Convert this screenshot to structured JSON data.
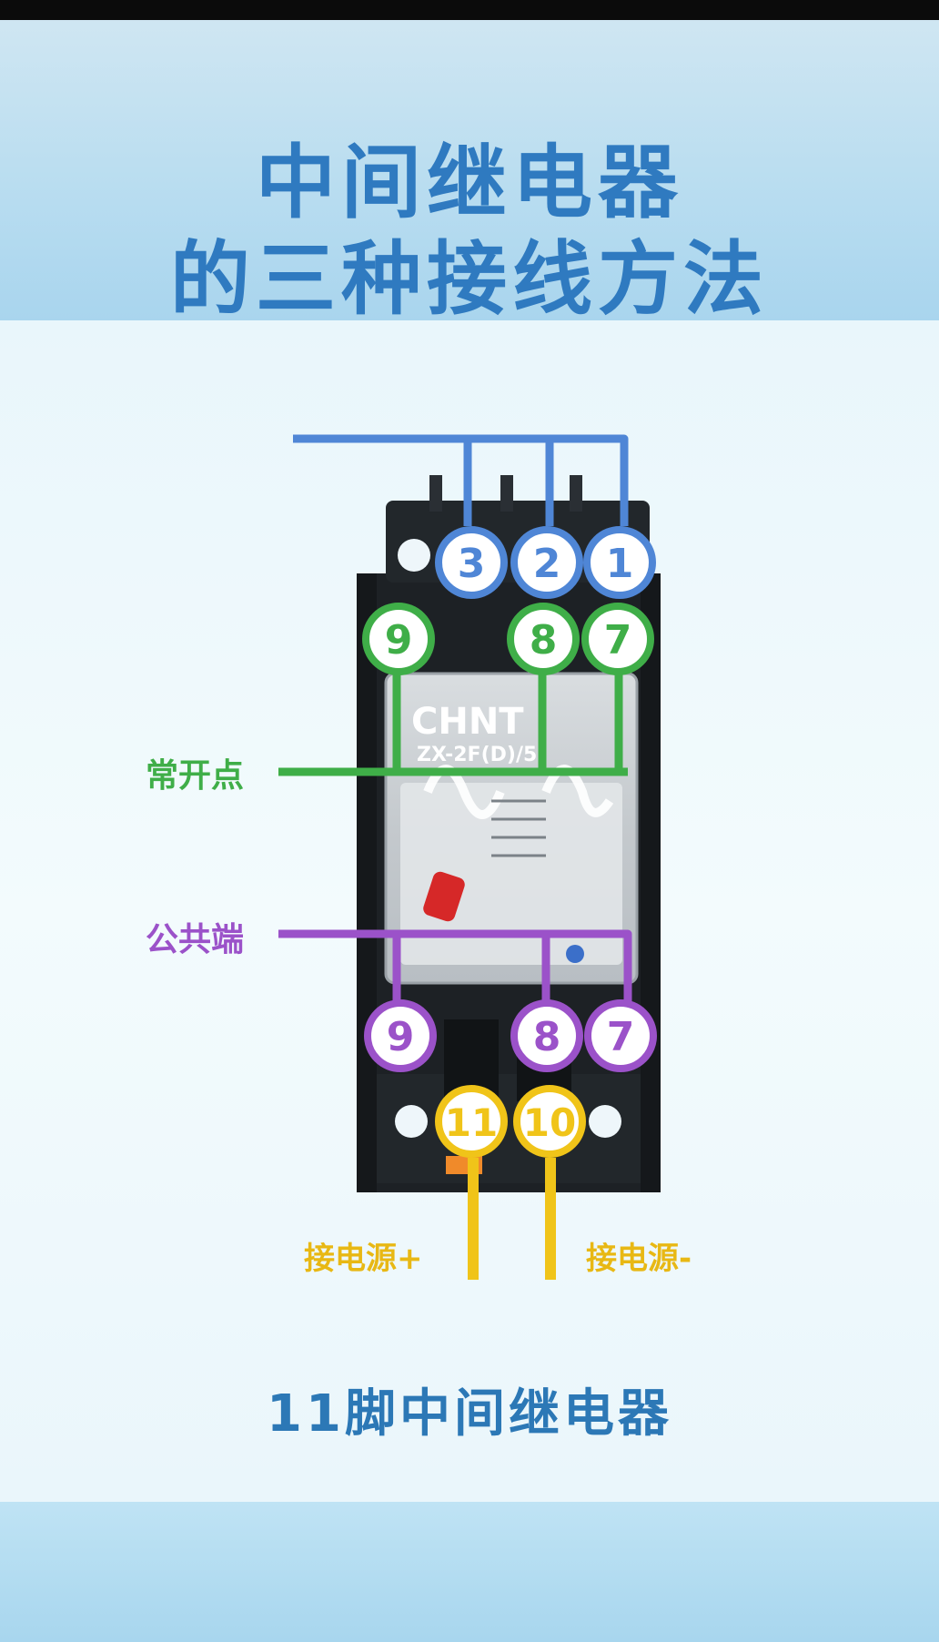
{
  "title": {
    "line1": "中间继电器",
    "line2": "的三种接线方法"
  },
  "relay": {
    "brand": "CHNT",
    "model": "ZX-2F(D)/5"
  },
  "pins": {
    "top_row": [
      "3",
      "2",
      "1"
    ],
    "nc_row": [
      "9",
      "8",
      "7"
    ],
    "common_row": [
      "9",
      "8",
      "7"
    ],
    "coil_row": [
      "11",
      "10"
    ]
  },
  "labels": {
    "normally_open": "常开点",
    "common": "公共端",
    "power_plus": "接电源+",
    "power_minus": "接电源-"
  },
  "caption": "11脚中间继电器",
  "colors": {
    "blue": "#4f86d6",
    "green": "#3fae48",
    "purple": "#9b52c9",
    "yellow": "#f0c419",
    "title": "#2f7ac0"
  }
}
